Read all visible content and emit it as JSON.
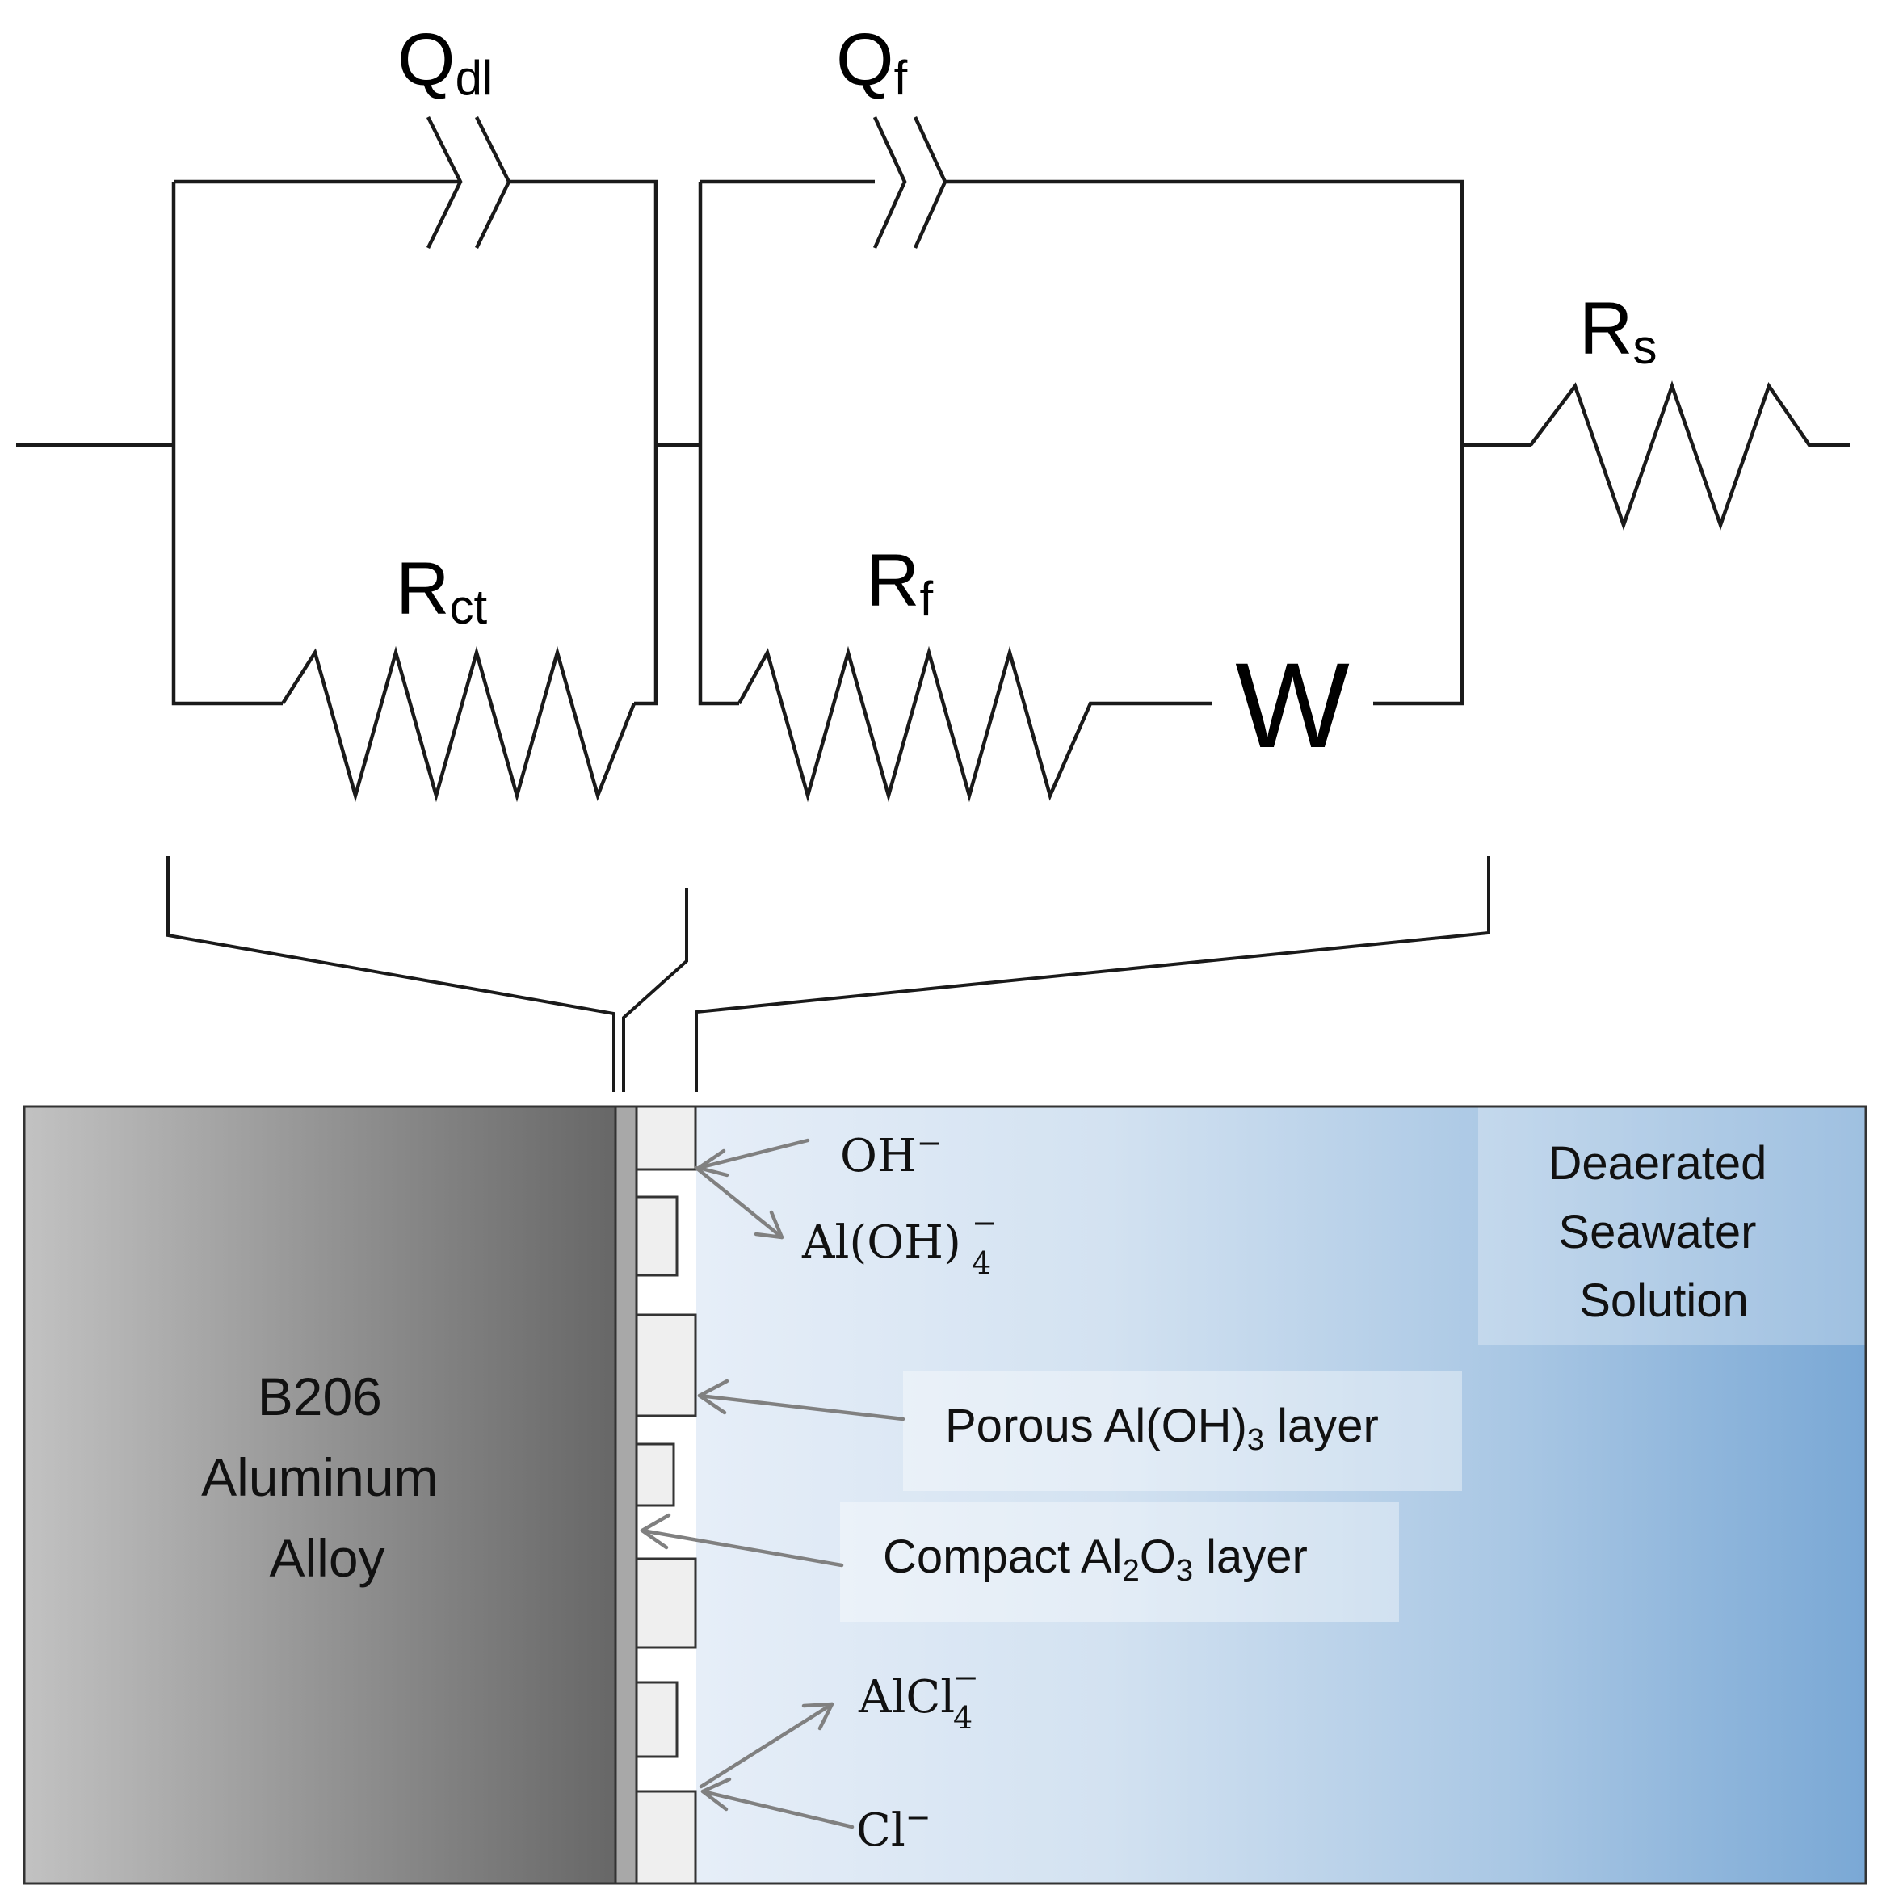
{
  "circuit": {
    "q_dl": {
      "main": "Q",
      "sub": "dl"
    },
    "q_f": {
      "main": "Q",
      "sub": "f"
    },
    "r_s": {
      "main": "R",
      "sub": "s"
    },
    "r_ct": {
      "main": "R",
      "sub": "ct"
    },
    "r_f": {
      "main": "R",
      "sub": "f"
    },
    "warburg": "W"
  },
  "alloy": {
    "lines": [
      "B206",
      "Aluminum",
      "Alloy"
    ]
  },
  "solution": {
    "lines": [
      "Deaerated",
      "Seawater",
      "Solution"
    ]
  },
  "layers": {
    "porous": {
      "pre": "Porous Al(OH)",
      "sub": "3",
      "post": " layer"
    },
    "compact": {
      "pre": "Compact Al",
      "sub1": "2",
      "mid": "O",
      "sub2": "3",
      "post": " layer"
    }
  },
  "ions": {
    "oh": {
      "base": "OH",
      "sup": "−"
    },
    "aloh4": {
      "base": "Al(OH)",
      "sup": "−",
      "sub": "4"
    },
    "alcl4": {
      "base": "AlCl",
      "sup": "−",
      "sub": "4"
    },
    "cl": {
      "base": "Cl",
      "sup": "−"
    }
  },
  "colors": {
    "wire": "#1a1a1a",
    "arrow": "#808080",
    "alloy_light": "#bdbdbd",
    "alloy_dark": "#6b6b6b",
    "solution_light": "#e4edf7",
    "solution_dark": "#7eaad6"
  }
}
